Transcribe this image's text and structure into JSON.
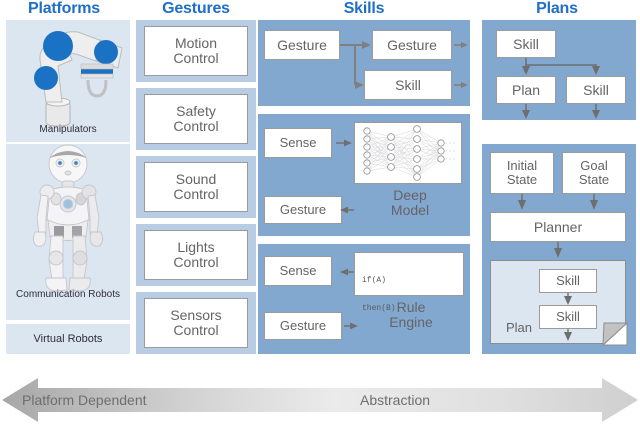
{
  "columns": {
    "platforms": {
      "title": "Platforms",
      "items": [
        {
          "caption": "Manipulators",
          "icon": "robot-arm-icon"
        },
        {
          "caption": "Communication\nRobots",
          "icon": "humanoid-robot-icon"
        },
        {
          "caption": "Virtual Robots",
          "icon": null
        }
      ]
    },
    "gestures": {
      "title": "Gestures",
      "items": [
        "Motion\nControl",
        "Safety\nControl",
        "Sound\nControl",
        "Lights\nControl",
        "Sensors\nControl"
      ]
    },
    "skills": {
      "title": "Skills",
      "panels": [
        {
          "id": "composition",
          "nodes": [
            "Gesture",
            "Gesture",
            "Skill"
          ]
        },
        {
          "id": "deep-model",
          "input": "Sense",
          "output": "Gesture",
          "label": "Deep\nModel",
          "graphic": "neural-network-icon"
        },
        {
          "id": "rule-engine",
          "input": "Sense",
          "output": "Gesture",
          "label": "Rule\nEngine",
          "code": [
            "if(A)",
            "then(B)"
          ]
        }
      ]
    },
    "plans": {
      "title": "Plans",
      "panels": [
        {
          "id": "plan-composition",
          "top": "Skill",
          "left": "Plan",
          "right": "Skill"
        },
        {
          "id": "planner",
          "initial_state": "Initial\nState",
          "goal_state": "Goal\nState",
          "planner": "Planner",
          "plan_label": "Plan",
          "plan_steps": [
            "Skill",
            "Skill"
          ]
        }
      ]
    }
  },
  "axis": {
    "left_label": "Platform Dependent",
    "right_label": "Abstraction"
  },
  "colors": {
    "title_blue": "#1f6fc4",
    "panel_light": "#dce6f1",
    "panel_mid": "#b8cce4",
    "panel_blue": "#83a8d0",
    "box_border": "#9a9a9a",
    "box_text": "#646464",
    "arrow_gray": "#808080"
  }
}
